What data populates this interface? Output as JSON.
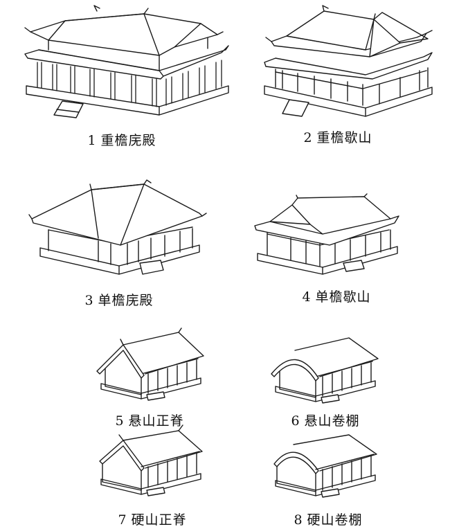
{
  "figures": [
    {
      "number": "1",
      "name": "重檐庑殿"
    },
    {
      "number": "2",
      "name": "重檐歇山"
    },
    {
      "number": "3",
      "name": "单檐庑殿"
    },
    {
      "number": "4",
      "name": "单檐歇山"
    },
    {
      "number": "5",
      "name": "悬山正脊"
    },
    {
      "number": "6",
      "name": "悬山卷棚"
    },
    {
      "number": "7",
      "name": "硬山正脊"
    },
    {
      "number": "8",
      "name": "硬山卷棚"
    }
  ],
  "colors": {
    "line": "#1a1a1a",
    "background": "#ffffff"
  }
}
